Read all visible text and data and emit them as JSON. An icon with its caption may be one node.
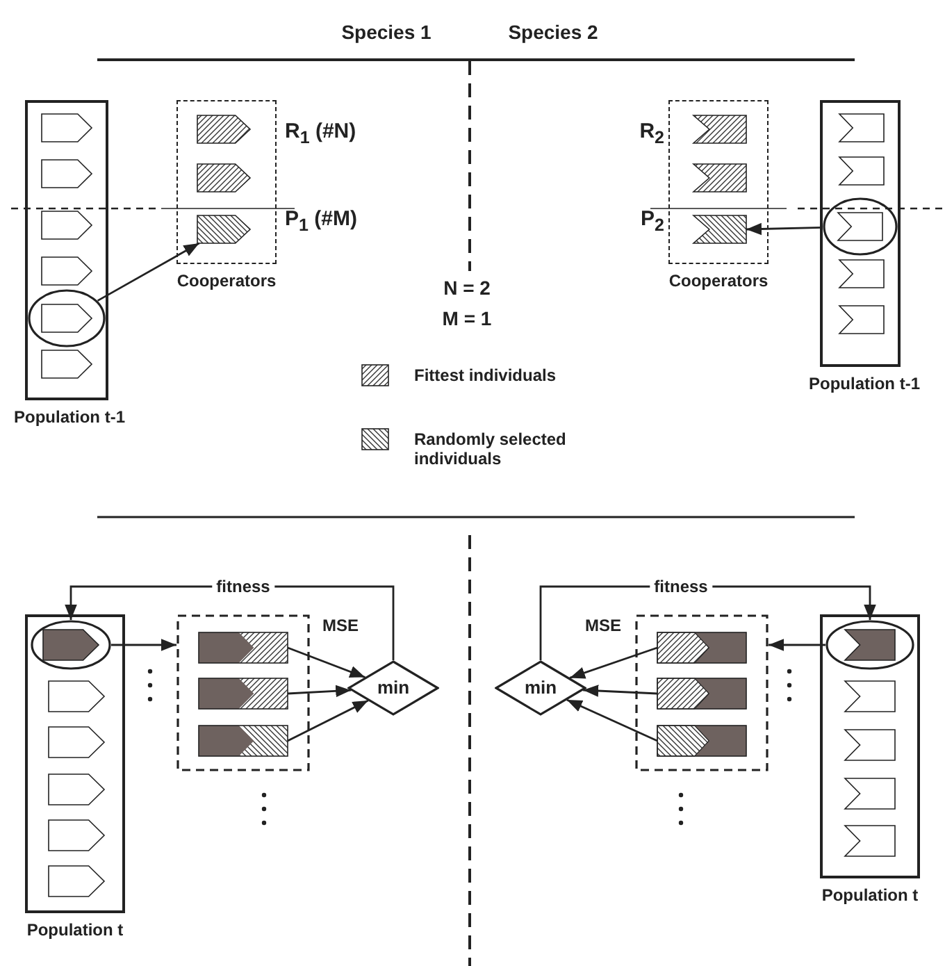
{
  "diagram": {
    "nodes": [
      {
        "text": [
          "Population t-1"
        ]
      },
      {
        "text": [],
        "shape": "pentagon",
        "in": 0
      },
      {
        "text": [
          "Cooperators"
        ]
      },
      {
        "text": [],
        "shape": "pentagon",
        "in": 2
      },
      {
        "text": [
          "Cooperators"
        ]
      },
      {
        "text": [],
        "shape": "chevron",
        "in": 4
      },
      {
        "text": [
          "Population t-1"
        ]
      },
      {
        "text": [],
        "shape": "chevron",
        "in": 6
      },
      {
        "text": [
          "Population t"
        ]
      },
      {
        "text": [],
        "shape": "pentagon",
        "in": 8
      },
      {
        "text": [],
        "shape": "box"
      },
      {
        "text": [],
        "shape": "bar",
        "in": 10
      },
      {
        "text": [],
        "shape": "bar",
        "in": 10
      },
      {
        "text": [],
        "shape": "bar",
        "in": 10
      },
      {
        "text": [
          "min"
        ]
      },
      {
        "text": [
          "min"
        ]
      },
      {
        "text": [],
        "shape": "box"
      },
      {
        "text": [],
        "shape": "bar",
        "in": 16
      },
      {
        "text": [],
        "shape": "bar",
        "in": 16
      },
      {
        "text": [],
        "shape": "bar",
        "in": 16
      },
      {
        "text": [
          "Population t"
        ]
      },
      {
        "text": [],
        "shape": "chevron",
        "in": 20
      }
    ],
    "edges": [
      {
        "from": 1,
        "to": 3,
        "arrow": "to"
      },
      {
        "from": 7,
        "to": 5,
        "arrow": "to"
      },
      {
        "from": 9,
        "to": 10,
        "arrow": "to"
      },
      {
        "from": 11,
        "to": 14,
        "arrow": "to",
        "label": "MSE"
      },
      {
        "from": 12,
        "to": 14,
        "arrow": "to"
      },
      {
        "from": 13,
        "to": 14,
        "arrow": "to"
      },
      {
        "from": 14,
        "to": 9,
        "arrow": "to",
        "label": "fitness"
      },
      {
        "from": 21,
        "to": 16,
        "arrow": "to"
      },
      {
        "from": 17,
        "to": 15,
        "arrow": "to",
        "label": "MSE"
      },
      {
        "from": 18,
        "to": 15,
        "arrow": "to"
      },
      {
        "from": 19,
        "to": 15,
        "arrow": "to"
      },
      {
        "from": 15,
        "to": 21,
        "arrow": "to",
        "label": "fitness"
      }
    ],
    "labels": [
      "Species 1",
      "Species 2",
      "R$_{1}$ (#N)",
      "P$_{1}$ (#M)",
      "R$_{2}$",
      "P$_{2}$",
      "N = 2",
      "M = 1"
    ],
    "legend": [
      {
        "text": "Fittest individuals"
      },
      {
        "text": "Randomly selected individuals"
      }
    ]
  }
}
